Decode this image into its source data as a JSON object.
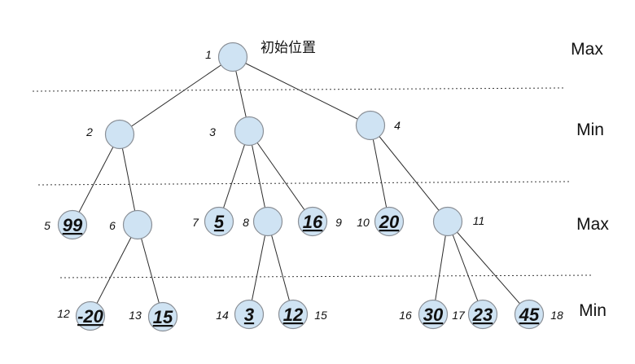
{
  "title": "初始位置",
  "levels": [
    "Max",
    "Min",
    "Max",
    "Min"
  ],
  "nodes": [
    {
      "id": "1",
      "value": ""
    },
    {
      "id": "2",
      "value": ""
    },
    {
      "id": "3",
      "value": ""
    },
    {
      "id": "4",
      "value": ""
    },
    {
      "id": "5",
      "value": "99"
    },
    {
      "id": "6",
      "value": ""
    },
    {
      "id": "7",
      "value": "5"
    },
    {
      "id": "8",
      "value": ""
    },
    {
      "id": "9",
      "value": "16"
    },
    {
      "id": "10",
      "value": "20"
    },
    {
      "id": "11",
      "value": ""
    },
    {
      "id": "12",
      "value": "-20"
    },
    {
      "id": "13",
      "value": "15"
    },
    {
      "id": "14",
      "value": "3"
    },
    {
      "id": "15",
      "value": "12"
    },
    {
      "id": "16",
      "value": "30"
    },
    {
      "id": "17",
      "value": "23"
    },
    {
      "id": "18",
      "value": "45"
    }
  ],
  "edges": [
    [
      "1",
      "2"
    ],
    [
      "1",
      "3"
    ],
    [
      "1",
      "4"
    ],
    [
      "2",
      "5"
    ],
    [
      "2",
      "6"
    ],
    [
      "3",
      "7"
    ],
    [
      "3",
      "8"
    ],
    [
      "3",
      "9"
    ],
    [
      "4",
      "10"
    ],
    [
      "4",
      "11"
    ],
    [
      "6",
      "12"
    ],
    [
      "6",
      "13"
    ],
    [
      "8",
      "14"
    ],
    [
      "8",
      "15"
    ],
    [
      "11",
      "16"
    ],
    [
      "11",
      "17"
    ],
    [
      "11",
      "18"
    ]
  ]
}
